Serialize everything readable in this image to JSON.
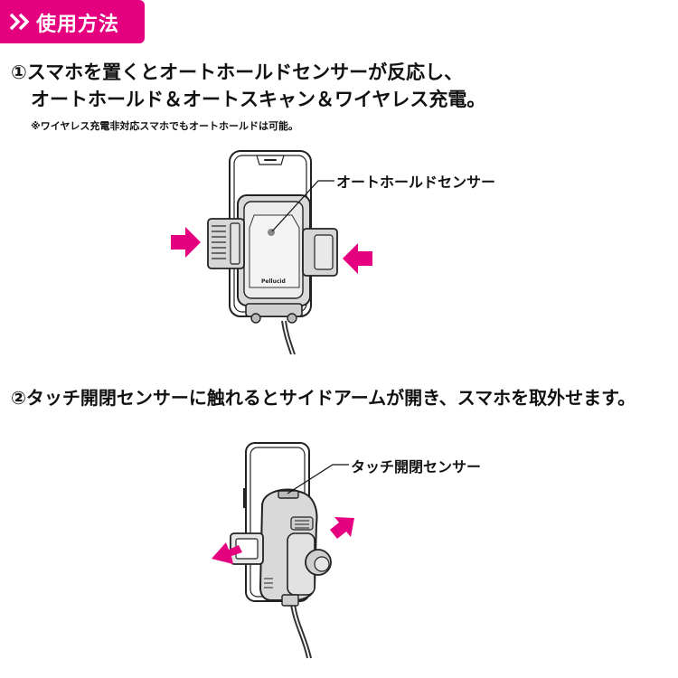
{
  "header": {
    "title": "使用方法",
    "icon": "double-chevron-right-icon",
    "accent_color": "#e4007f"
  },
  "step1": {
    "line1": "①スマホを置くとオートホールドセンサーが反応し、",
    "line2": "オートホールド＆オートスキャン＆ワイヤレス充電。",
    "note": "※ワイヤレス充電非対応スマホでもオートホールドは可能。",
    "callout": "オートホールドセンサー",
    "logo": "Pellucid"
  },
  "step2": {
    "line": "②タッチ開閉センサーに触れるとサイドアームが開き、スマホを取外せます。",
    "callout": "タッチ開閉センサー"
  }
}
